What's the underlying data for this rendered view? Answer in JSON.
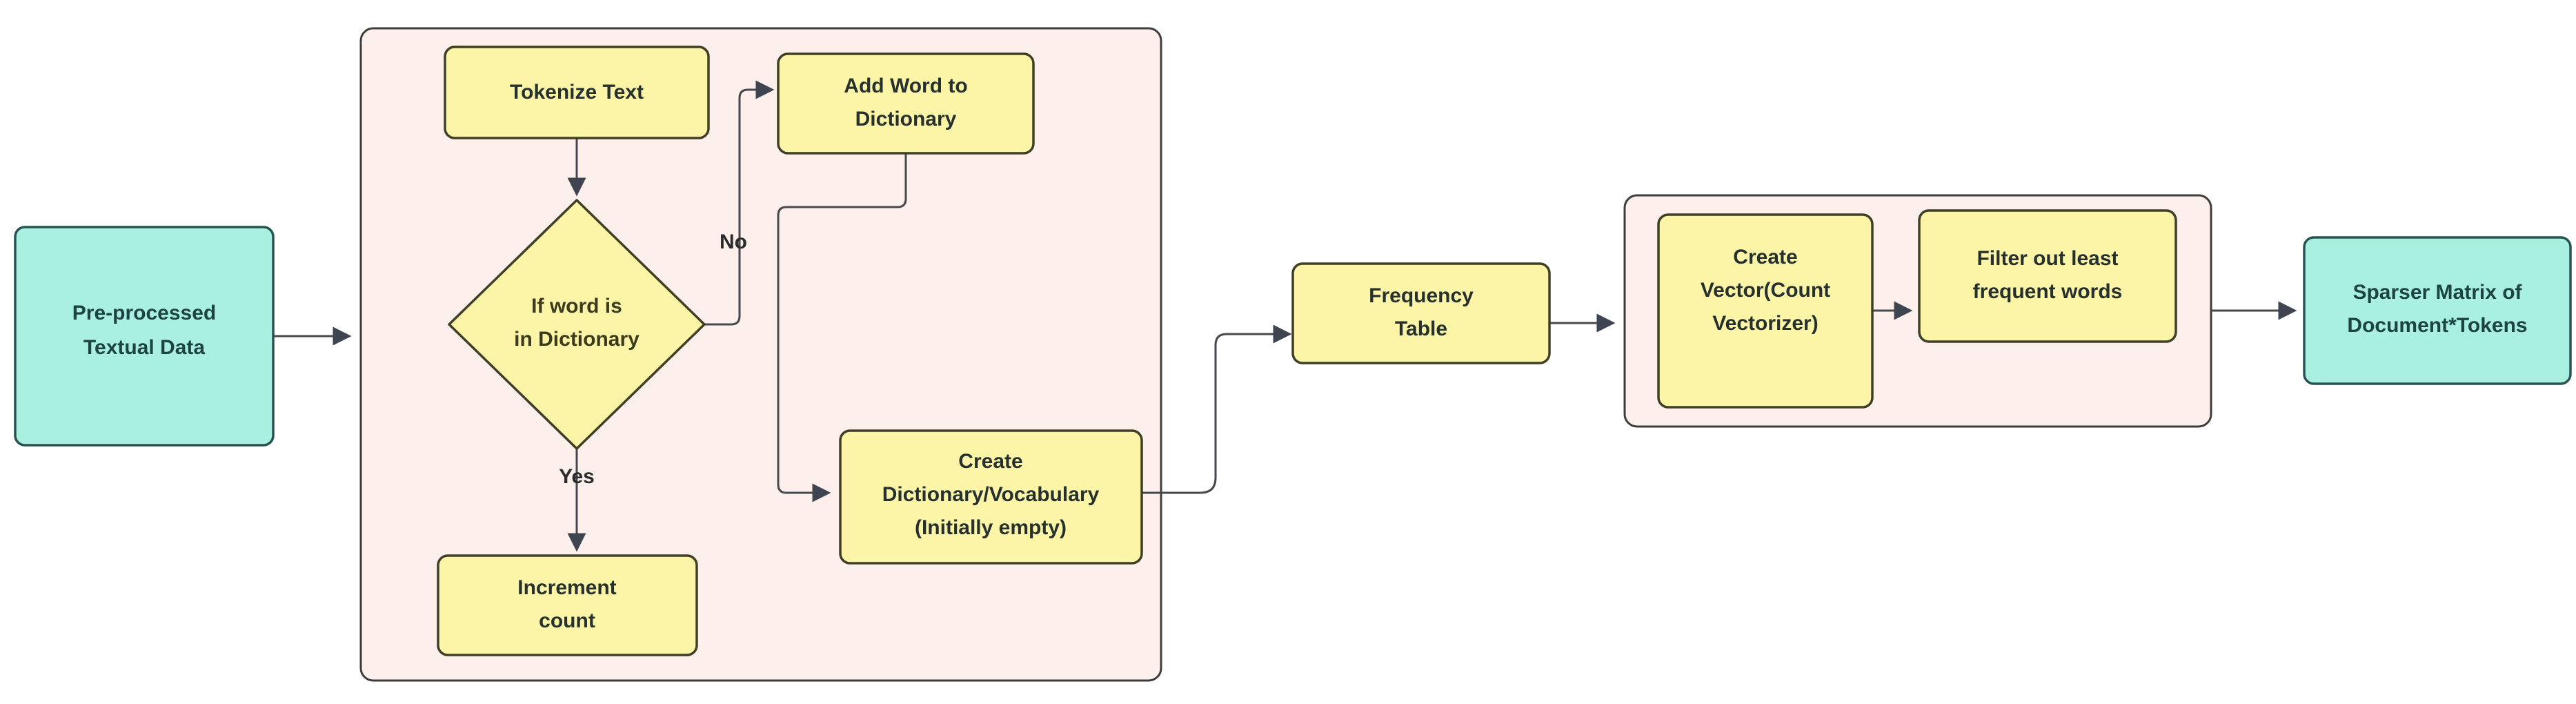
{
  "diagram": {
    "title": "Bag of Words / Count Vectorizer pipeline flowchart",
    "background_color": "#ffffff",
    "palette": {
      "terminal_fill": "#aaf0e0",
      "terminal_stroke": "#275451",
      "process_fill": "#fcf5a8",
      "process_stroke": "#3f3f25",
      "cluster_fill": "#fdf0ec",
      "cluster_stroke": "#3d3d3d",
      "edge_stroke": "#46484c",
      "text_color": "#26312e"
    },
    "clusters": [
      {
        "id": "cluster-tokenize",
        "label": ""
      },
      {
        "id": "cluster-vectorize",
        "label": ""
      }
    ],
    "nodes": [
      {
        "id": "pre-processed-textual-data",
        "shape": "rounded-rect",
        "type": "terminal",
        "lines": [
          "Pre-processed",
          "Textual Data"
        ]
      },
      {
        "id": "tokenize-text",
        "shape": "rounded-rect",
        "type": "process",
        "lines": [
          "Tokenize Text"
        ]
      },
      {
        "id": "if-word-is-in-dictionary",
        "shape": "diamond",
        "type": "decision",
        "lines": [
          "If word is",
          "in Dictionary"
        ]
      },
      {
        "id": "add-word-to-dictionary",
        "shape": "rounded-rect",
        "type": "process",
        "lines": [
          "Add Word to",
          "Dictionary"
        ]
      },
      {
        "id": "increment-count",
        "shape": "rounded-rect",
        "type": "process",
        "lines": [
          "Increment",
          "count"
        ]
      },
      {
        "id": "create-dictionary-vocabulary",
        "shape": "rounded-rect",
        "type": "process",
        "lines": [
          "Create",
          "Dictionary/Vocabulary",
          "(Initially empty)"
        ]
      },
      {
        "id": "frequency-table",
        "shape": "rounded-rect",
        "type": "process",
        "lines": [
          "Frequency",
          "Table"
        ]
      },
      {
        "id": "create-vector-count-vectorizer",
        "shape": "rounded-rect",
        "type": "process",
        "lines": [
          "Create",
          "Vector(Count",
          "Vectorizer)"
        ]
      },
      {
        "id": "filter-out-least-frequent-words",
        "shape": "rounded-rect",
        "type": "process",
        "lines": [
          "Filter out least",
          "frequent words"
        ]
      },
      {
        "id": "sparser-matrix-of-document-tokens",
        "shape": "rounded-rect",
        "type": "terminal",
        "lines": [
          "Sparser Matrix of",
          "Document*Tokens"
        ]
      }
    ],
    "edges": [
      {
        "id": "edge-preprocessed-to-cluster",
        "from": "pre-processed-textual-data",
        "to": "cluster-tokenize",
        "label": ""
      },
      {
        "id": "edge-tokenize-to-decision",
        "from": "tokenize-text",
        "to": "if-word-is-in-dictionary",
        "label": ""
      },
      {
        "id": "edge-decision-to-addword",
        "from": "if-word-is-in-dictionary",
        "to": "add-word-to-dictionary",
        "label": "No"
      },
      {
        "id": "edge-decision-to-increment",
        "from": "if-word-is-in-dictionary",
        "to": "increment-count",
        "label": "Yes"
      },
      {
        "id": "edge-addword-to-createdict",
        "from": "add-word-to-dictionary",
        "to": "create-dictionary-vocabulary",
        "label": ""
      },
      {
        "id": "edge-createdict-to-frequency",
        "from": "create-dictionary-vocabulary",
        "to": "frequency-table",
        "label": ""
      },
      {
        "id": "edge-frequency-to-cluster2",
        "from": "frequency-table",
        "to": "cluster-vectorize",
        "label": ""
      },
      {
        "id": "edge-createvector-to-filter",
        "from": "create-vector-count-vectorizer",
        "to": "filter-out-least-frequent-words",
        "label": ""
      },
      {
        "id": "edge-cluster2-to-sparser",
        "from": "cluster-vectorize",
        "to": "sparser-matrix-of-document-tokens",
        "label": ""
      }
    ],
    "edge_labels": {
      "no": "No",
      "yes": "Yes"
    }
  }
}
